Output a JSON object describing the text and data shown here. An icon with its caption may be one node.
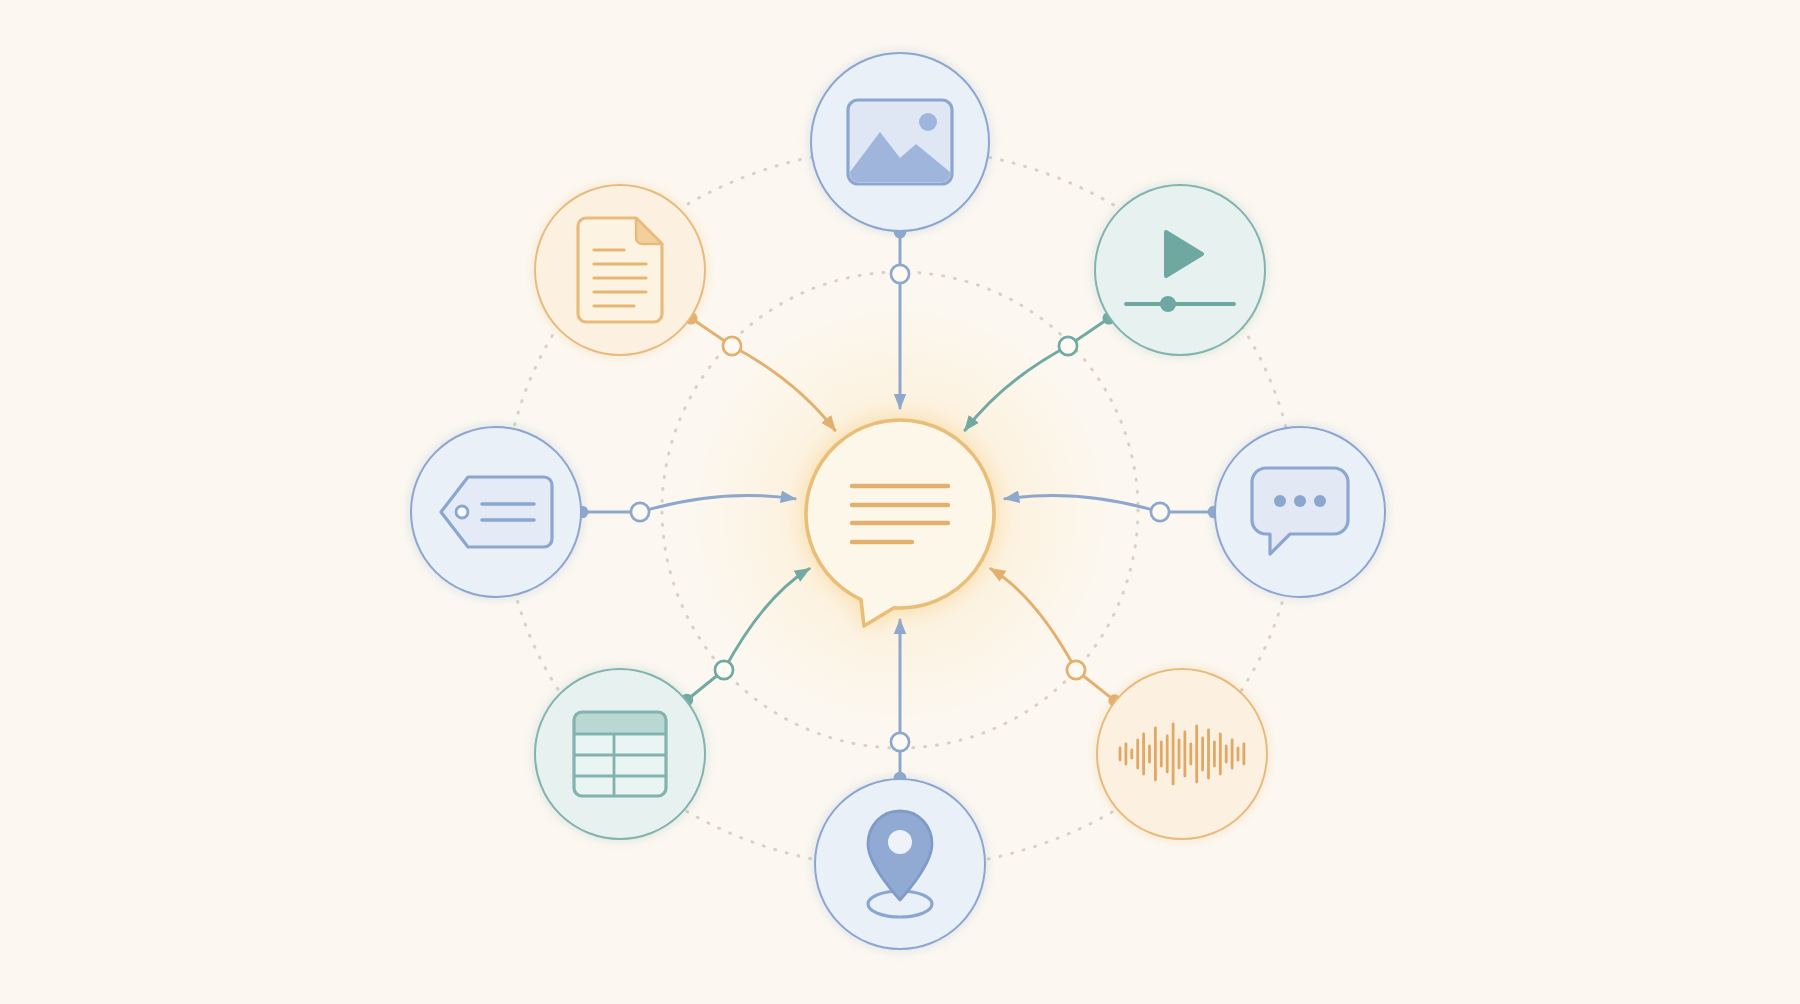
{
  "diagram": {
    "nodes": [
      {
        "text": [],
        "shape": "circle"
      },
      {
        "text": [],
        "shape": "circle"
      },
      {
        "text": [],
        "shape": "circle"
      },
      {
        "text": [],
        "shape": "circle"
      },
      {
        "text": [],
        "shape": "bubble"
      },
      {
        "text": [],
        "shape": "circle"
      },
      {
        "text": [],
        "shape": "circle"
      },
      {
        "text": [],
        "shape": "circle"
      },
      {
        "text": [],
        "shape": "circle"
      }
    ],
    "edges": [
      {
        "from": 0,
        "to": 4,
        "arrow": "to"
      },
      {
        "from": 1,
        "to": 4,
        "arrow": "to",
        "color": "#e3b06e"
      },
      {
        "from": 2,
        "to": 4,
        "arrow": "to",
        "color": "#72a9a3"
      },
      {
        "from": 3,
        "to": 4,
        "arrow": "to"
      },
      {
        "from": 5,
        "to": 4,
        "arrow": "to"
      },
      {
        "from": 6,
        "to": 4,
        "arrow": "to",
        "color": "#72a9a3"
      },
      {
        "from": 7,
        "to": 4,
        "arrow": "to",
        "color": "#e3b06e"
      },
      {
        "from": 8,
        "to": 4,
        "arrow": "to"
      }
    ]
  }
}
